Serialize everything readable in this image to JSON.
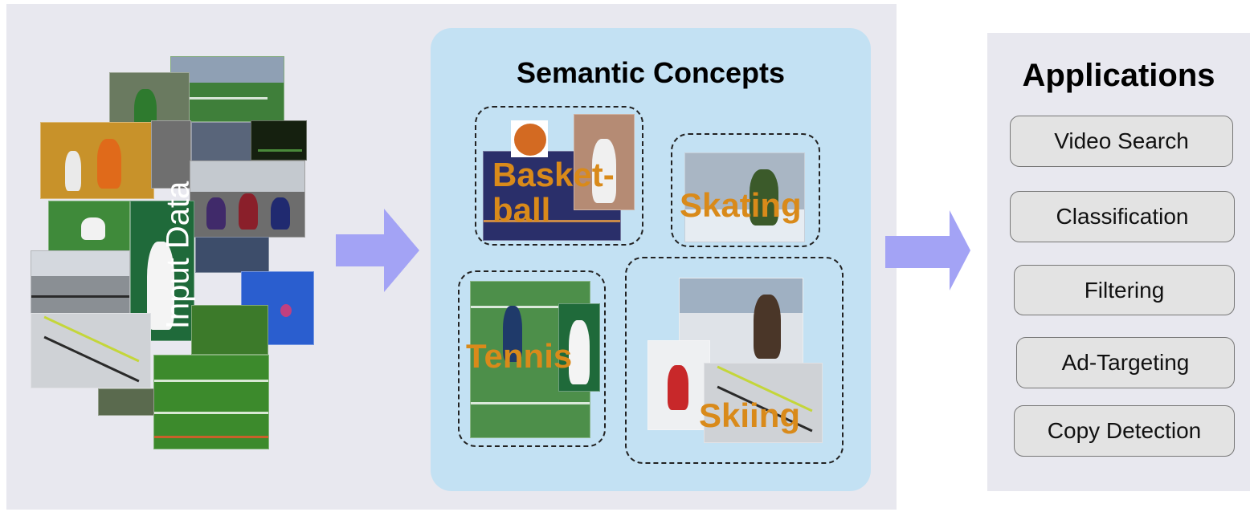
{
  "input": {
    "label": "Input Data"
  },
  "concepts": {
    "title": "Semantic Concepts",
    "items": [
      {
        "label": "Basket-\nball"
      },
      {
        "label": "Skating"
      },
      {
        "label": "Tennis"
      },
      {
        "label": "Skiing"
      }
    ]
  },
  "applications": {
    "title": "Applications",
    "items": [
      "Video Search",
      "Classification",
      "Filtering",
      "Ad-Targeting",
      "Copy Detection"
    ]
  },
  "colors": {
    "arrow": "#a3a3f5",
    "concept_label": "#d98a1a",
    "concept_box": "#c3e1f3",
    "panel_bg": "#e8e8ef"
  }
}
